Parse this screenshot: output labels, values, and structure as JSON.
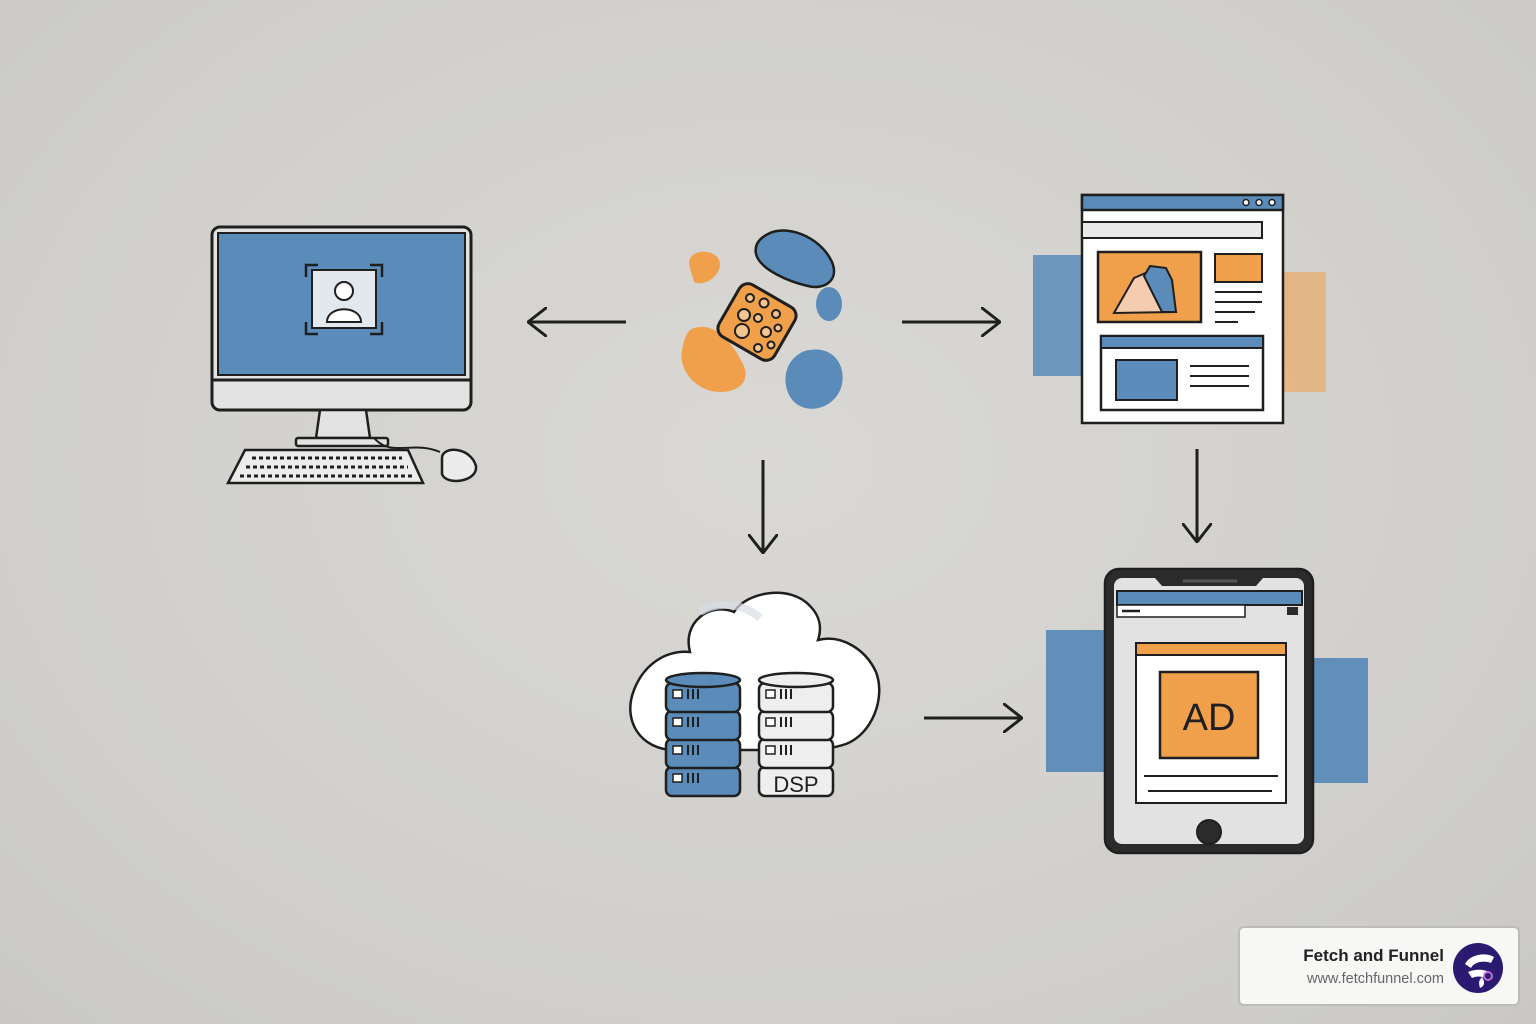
{
  "labels": {
    "dsp": "DSP",
    "ad": "AD"
  },
  "brand": {
    "name": "Fetch and Funnel",
    "url": "www.fetchfunnel.com"
  },
  "colors": {
    "background": "#d2d1cd",
    "blue": "#5b8bb8",
    "orange": "#f0a04b",
    "outline": "#1f1f1f",
    "logo": "#2a1a70"
  },
  "icons": [
    "desktop-computer-icon",
    "data-blob-icon",
    "webpage-icon",
    "cloud-servers-icon",
    "mobile-tablet-icon",
    "fetch-and-funnel-logo"
  ]
}
